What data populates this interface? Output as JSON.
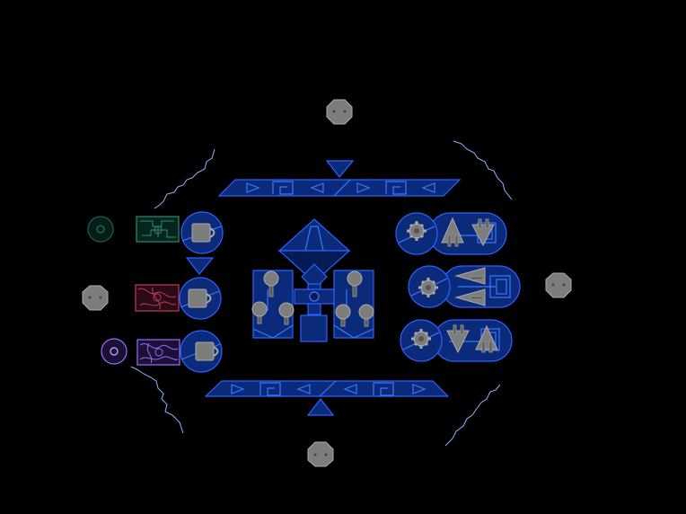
{
  "colors": {
    "background": "#000000",
    "machine_fill": "#0b2a7a",
    "machine_stroke": "#2a62ff",
    "gear_gray": "#7d7d7d",
    "crack": "#8fb4ff",
    "puzzle_green": "#2f8a66",
    "puzzle_red": "#c23a5a",
    "puzzle_purple": "#9a6cff"
  },
  "scene": {
    "icons": [
      "gear-icon",
      "cup-icon",
      "arrow-icon",
      "bolt-icon"
    ],
    "left_panels": [
      {
        "name": "green",
        "color": "#2f8a66"
      },
      {
        "name": "red",
        "color": "#c23a5a"
      },
      {
        "name": "purple",
        "color": "#9a6cff"
      }
    ],
    "right_modules": 3
  }
}
